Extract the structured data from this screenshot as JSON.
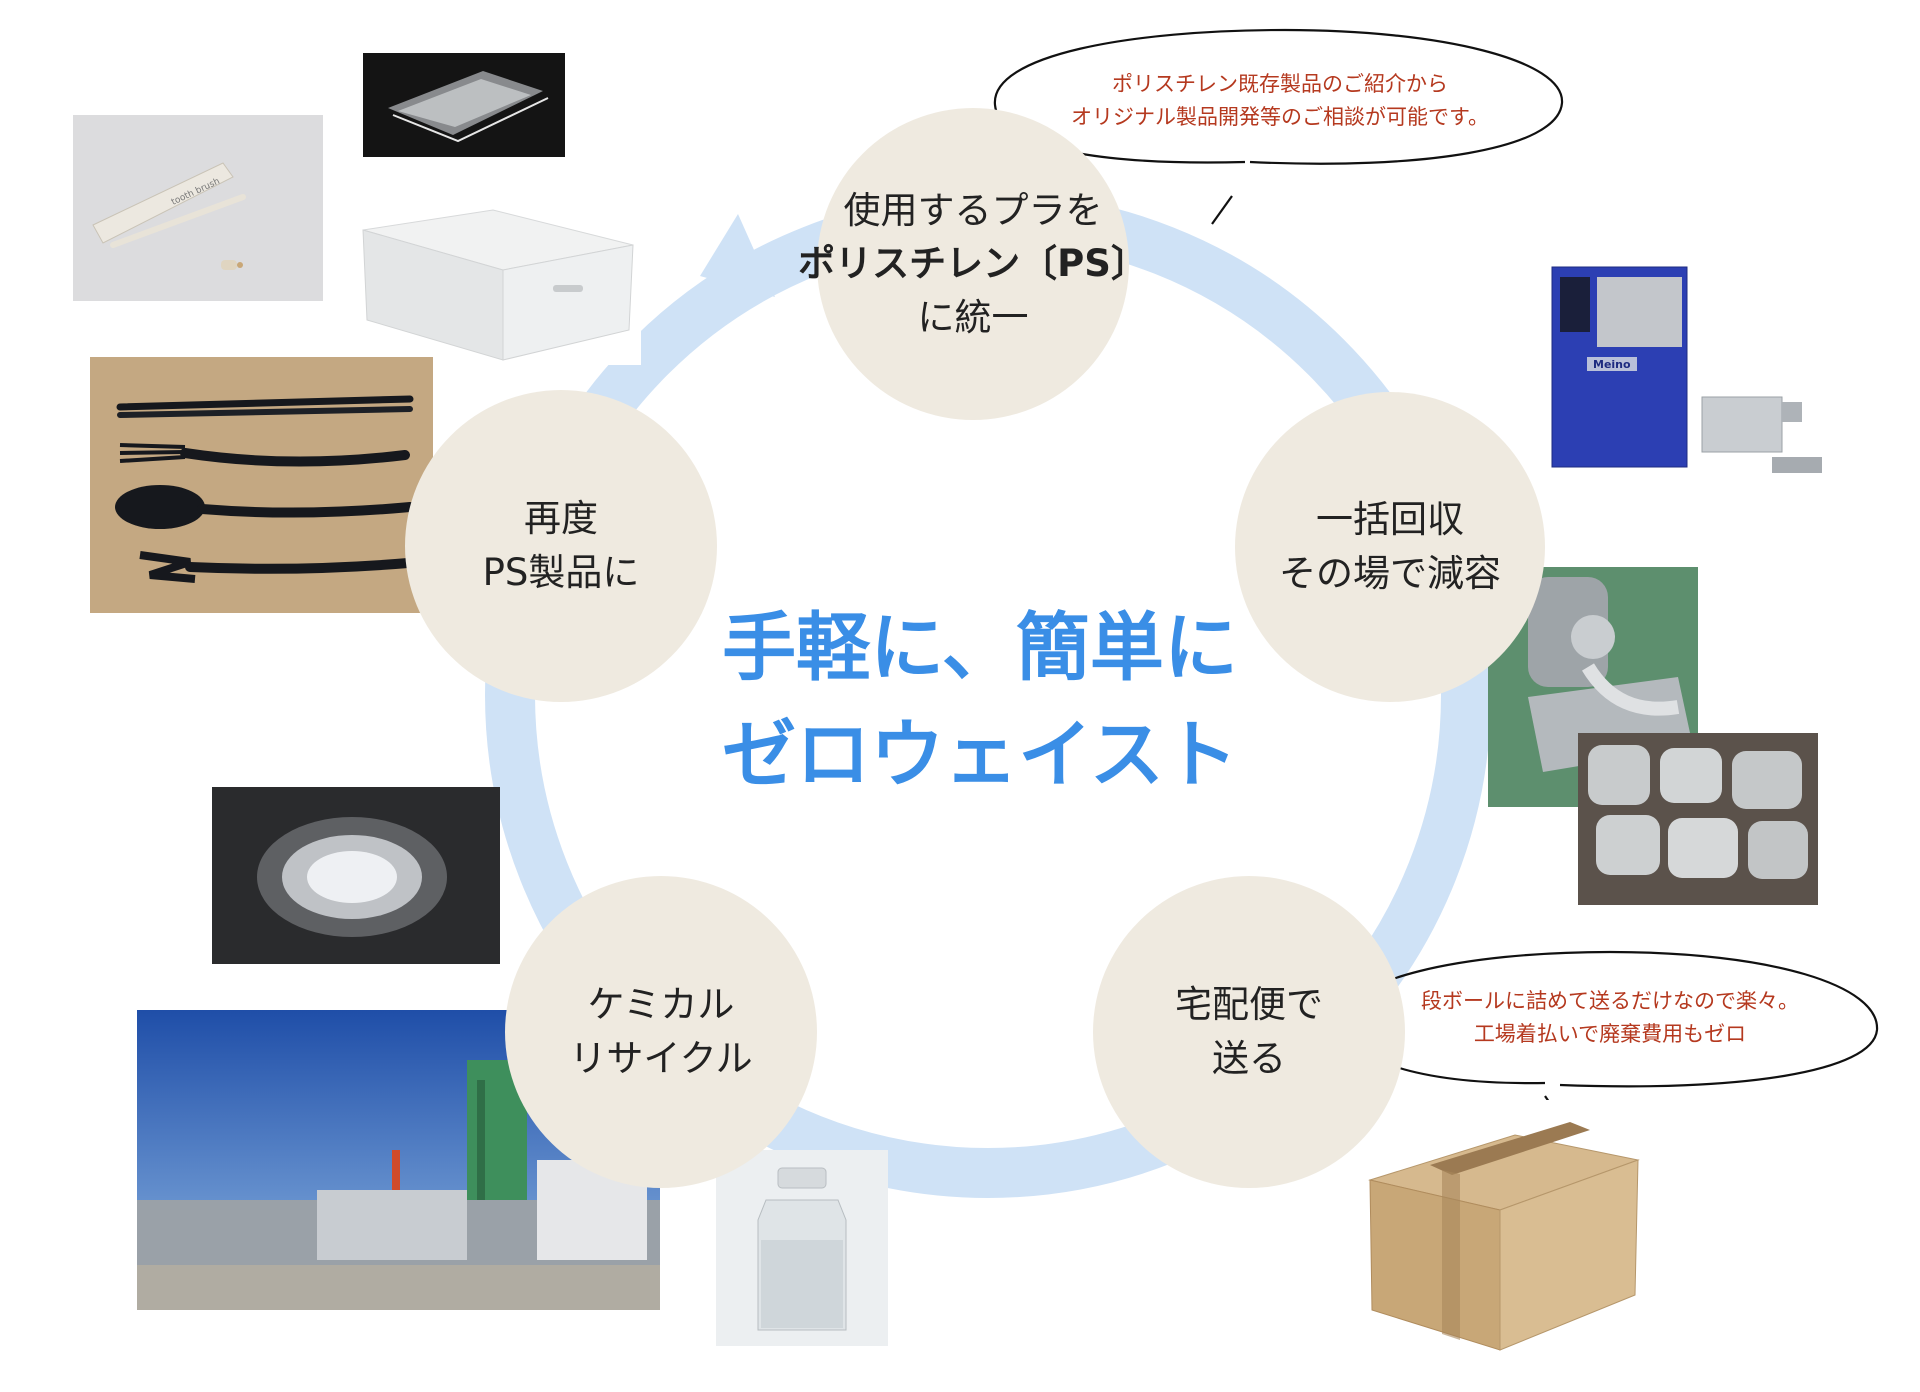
{
  "headline": {
    "line1": "手軽に、簡単に",
    "line2": "ゼロウェイスト"
  },
  "steps": [
    {
      "lines": [
        "使用するプラを",
        "ポリスチレン〔PS〕",
        "に統一"
      ]
    },
    {
      "lines": [
        "一括回収",
        "その場で減容"
      ]
    },
    {
      "lines": [
        "宅配便で",
        "送る"
      ]
    },
    {
      "lines": [
        "ケミカル",
        "リサイクル"
      ]
    },
    {
      "lines": [
        "再度",
        "PS製品に"
      ]
    }
  ],
  "callouts": [
    {
      "lines": [
        "ポリスチレン既存製品のご紹介から",
        "オリジナル製品開発等のご相談が可能です。"
      ]
    },
    {
      "lines": [
        "段ボールに詰めて送るだけなので楽々。",
        "工場着払いで廃棄費用もゼロ"
      ]
    }
  ],
  "photo_labels": {
    "toothbrush": "tooth brush",
    "machine": "Meino"
  },
  "colors": {
    "cycle": "#cfe2f6",
    "node": "#efeae0",
    "headline": "#3a8ee6",
    "callout_text": "#b5391f"
  }
}
